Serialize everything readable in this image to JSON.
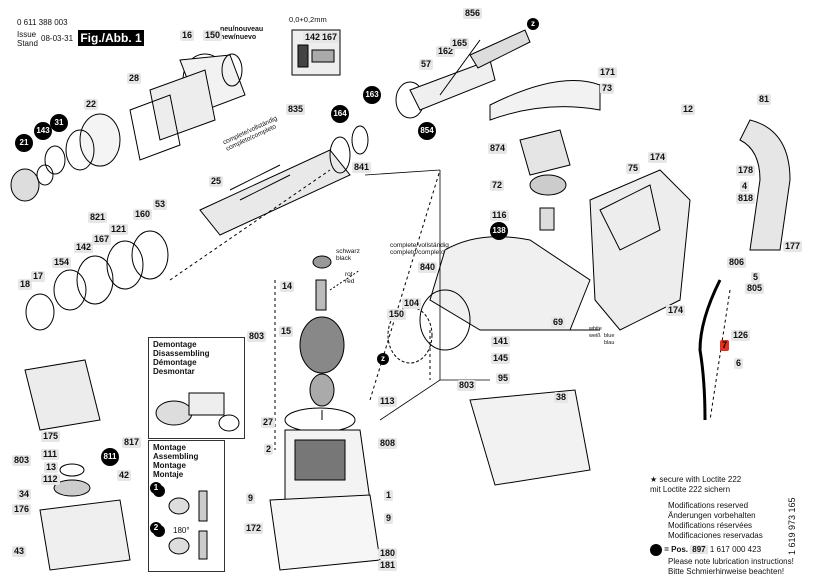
{
  "header": {
    "part_no": "0 611 388 003",
    "issue_label": "Issue\nStand",
    "issue_date": "08-03-31",
    "figure": "Fig./Abb. 1",
    "new_label": "neu/nouveau\nnew/nuevo",
    "tolerance": "0,0+0,2mm"
  },
  "sub_labels": {
    "complete_835": "complete/vollständig\ncompleto/completo",
    "complete_840": "complete/vollständig\ncompleto/completo",
    "schwarz": "schwarz\nblack",
    "rot": "rot\nred",
    "white": "white\nweiß",
    "blue": "blue\nblau"
  },
  "boxes": {
    "disassembling": [
      "Demontage",
      "Disassembling",
      "Démontage",
      "Desmontar"
    ],
    "assembling": [
      "Montage",
      "Assembling",
      "Montage",
      "Montaje"
    ],
    "angle": "180°"
  },
  "labels": {
    "l16": "16",
    "l150": "150",
    "l142": "142",
    "l167": "167",
    "l856": "856",
    "l28": "28",
    "l22": "22",
    "l835": "835",
    "l163": "163",
    "l164": "164",
    "l57": "57",
    "l162": "162",
    "l165": "165",
    "l171": "171",
    "l73": "73",
    "l21": "21",
    "l143": "143",
    "l31": "31",
    "l25": "25",
    "l841": "841",
    "l854": "854",
    "l874": "874",
    "l12": "12",
    "l81": "81",
    "l821": "821",
    "l160": "160",
    "l53": "53",
    "l167b": "167",
    "l121": "121",
    "l142b": "142",
    "l72": "72",
    "l174": "174",
    "l75": "75",
    "l178": "178",
    "l4": "4",
    "l818": "818",
    "l116": "116",
    "l138": "138",
    "l177": "177",
    "l154": "154",
    "l17": "17",
    "l18": "18",
    "l14": "14",
    "l840": "840",
    "l806": "806",
    "l5": "5",
    "l805": "805",
    "l104": "104",
    "l150b": "150",
    "l69": "69",
    "l174b": "174",
    "l803": "803",
    "l15": "15",
    "l126": "126",
    "l141": "141",
    "l7": "7",
    "l145": "145",
    "l6": "6",
    "l95": "95",
    "l803b": "803",
    "l38": "38",
    "l113": "113",
    "l27": "27",
    "l808": "808",
    "l2": "2",
    "l175": "175",
    "l817": "817",
    "l803c": "803",
    "l111": "111",
    "l13": "13",
    "l112": "112",
    "l42": "42",
    "l811": "811",
    "l34": "34",
    "l176": "176",
    "l43": "43",
    "l9": "9",
    "l1": "1",
    "l9b": "9",
    "l172": "172",
    "l180": "180",
    "l181": "181",
    "lz1": "z",
    "lz2": "z",
    "b1": "1",
    "b2": "2"
  },
  "notes": {
    "loctite": "secure with Loctite 222\nmit Loctite 222 sichern",
    "reserved": "Modifications reserved\nÄnderungen vorbehalten\nModifications réservées\nModificaciones reservadas",
    "pos_label": "= Pos.",
    "pos_num": "897",
    "pos_part": "1 617 000 423",
    "lube": "Please note lubrication instructions!\nBitte Schmierhinweise beachten!",
    "vertical_no": "1 619 973 165"
  },
  "colors": {
    "ink": "#000000",
    "label_bg": "#e6e6e6",
    "red": "#e2301f"
  }
}
